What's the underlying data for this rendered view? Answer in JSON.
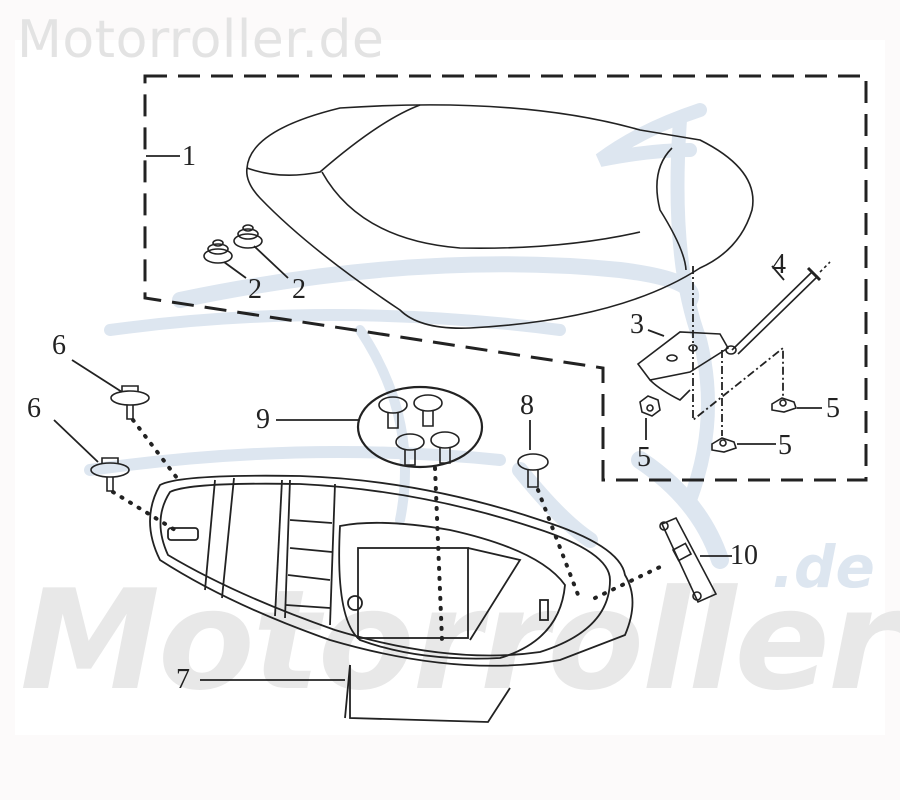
{
  "watermark": {
    "site_title": "Motorroller.de",
    "big_text": "Motorroller",
    "big_suffix": ".de",
    "color_text": "#e3e3e3",
    "color_logo": "#dde6f0"
  },
  "diagram": {
    "subject": "Scooter seat and helmet compartment exploded parts view",
    "line_color": "#222222",
    "group_box": "dashed rectangle around seat assembly (parts 1-5)",
    "callouts": [
      {
        "id": "1",
        "label": "1",
        "part": "seat assembly"
      },
      {
        "id": "2a",
        "label": "2",
        "part": "rubber bumper"
      },
      {
        "id": "2b",
        "label": "2",
        "part": "rubber bumper"
      },
      {
        "id": "3",
        "label": "3",
        "part": "seat hinge bracket"
      },
      {
        "id": "4",
        "label": "4",
        "part": "hinge bolt"
      },
      {
        "id": "5a",
        "label": "5",
        "part": "flange nut"
      },
      {
        "id": "5b",
        "label": "5",
        "part": "flange nut"
      },
      {
        "id": "5c",
        "label": "5",
        "part": "flange nut"
      },
      {
        "id": "6a",
        "label": "6",
        "part": "flange bolt"
      },
      {
        "id": "6b",
        "label": "6",
        "part": "flange bolt"
      },
      {
        "id": "7",
        "label": "7",
        "part": "helmet compartment"
      },
      {
        "id": "8",
        "label": "8",
        "part": "tapping screw"
      },
      {
        "id": "9",
        "label": "9",
        "part": "tapping screws (4 pcs)"
      },
      {
        "id": "10",
        "label": "10",
        "part": "seat lock bracket"
      }
    ]
  }
}
